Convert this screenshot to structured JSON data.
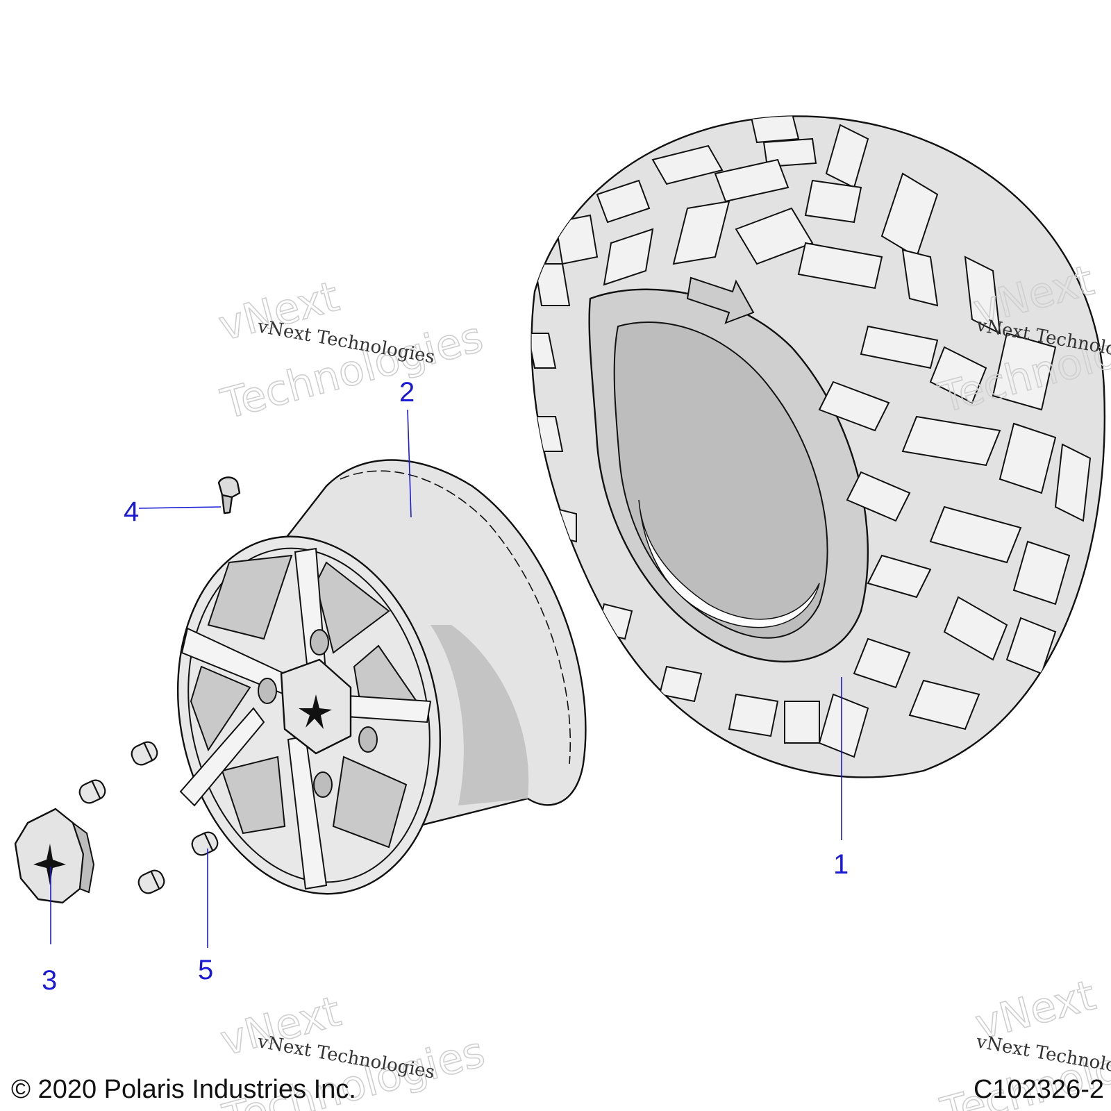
{
  "callouts": [
    {
      "id": "1",
      "label": "1"
    },
    {
      "id": "2",
      "label": "2"
    },
    {
      "id": "3",
      "label": "3"
    },
    {
      "id": "4",
      "label": "4"
    },
    {
      "id": "5",
      "label": "5"
    }
  ],
  "watermark": {
    "small_text": "vNext Technologies",
    "big_line1": "vNext",
    "big_line2": "Technologies"
  },
  "footer": {
    "copyright": "© 2020 Polaris Industries Inc.",
    "figure_code": "C102326-2"
  },
  "colors": {
    "callout": "#1a1ad6",
    "part_fill": "#d9d9d9",
    "part_shade": "#b8b8b8",
    "outline": "#111111"
  }
}
